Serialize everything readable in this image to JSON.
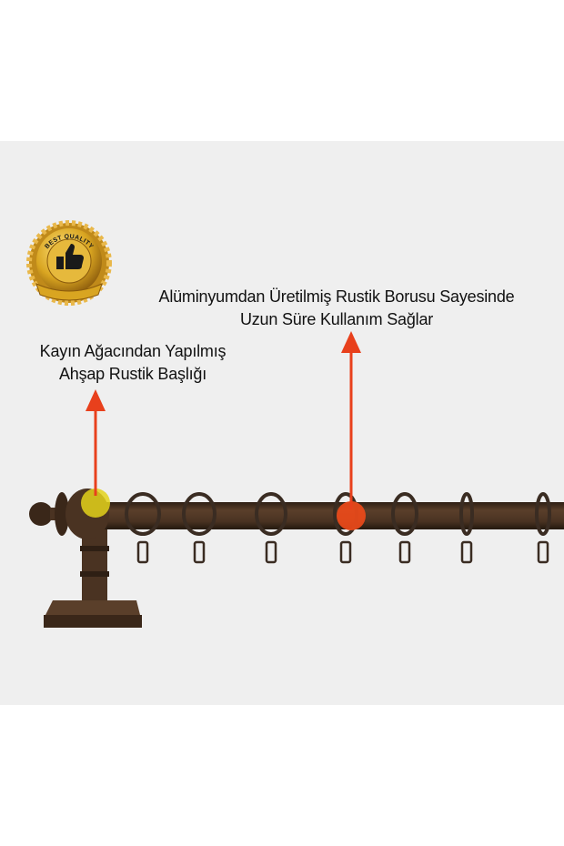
{
  "badge": {
    "text": "BEST QUALITY",
    "icon": "thumbs-up-icon",
    "colors": {
      "gold": "#d9a521",
      "dark": "#1a1a1a"
    }
  },
  "callouts": {
    "rod": {
      "line1": "Alüminyumdan Üretilmiş Rustik Borusu Sayesinde",
      "line2": "Uzun Süre Kullanım Sağlar",
      "marker_color": "#f04a1a"
    },
    "finial": {
      "line1": "Kayın Ağacından Yapılmış",
      "line2": "Ahşap Rustik Başlığı",
      "marker_color": "#e3d21a"
    }
  },
  "colors": {
    "arrow": "#e8401c",
    "wood": "#4a3322",
    "background": "#efefef"
  }
}
